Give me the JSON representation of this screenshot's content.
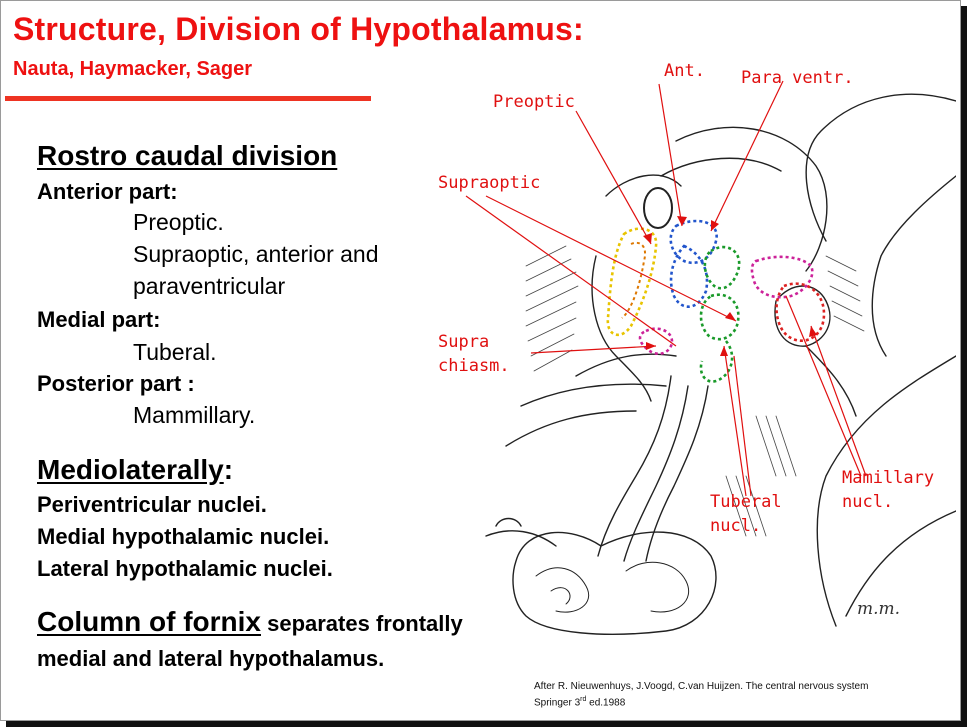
{
  "title": "Structure, Division of Hypothalamus:",
  "subtitle": "Nauta, Haymacker, Sager",
  "rostro": {
    "heading": "Rostro caudal division",
    "anterior_label": "Anterior part:",
    "anterior_items": [
      "Preoptic.",
      "Supraoptic, anterior and",
      "paraventricular"
    ],
    "medial_label": "Medial part:",
    "medial_items": [
      "Tuberal."
    ],
    "posterior_label": "Posterior part :",
    "posterior_items": [
      "Mammillary."
    ]
  },
  "mediolateral": {
    "heading": "Mediolaterally",
    "colon": ":",
    "items": [
      "Periventricular nuclei.",
      "Medial hypothalamic nuclei.",
      "Lateral hypothalamic nuclei."
    ]
  },
  "fornix": {
    "heading": "Column of fornix",
    "text_line1": " separates frontally",
    "text_line2": "medial and lateral hypothalamus."
  },
  "figure_labels": {
    "ant": "Ant.",
    "para": "Para ventr.",
    "preoptic": "Preoptic",
    "supraoptic": "Supraoptic",
    "supra_chiasm_1": "Supra",
    "supra_chiasm_2": "chiasm.",
    "tuberal_1": "Tuberal",
    "tuberal_2": "nucl.",
    "mamillary_1": "Mamillary",
    "mamillary_2": "nucl."
  },
  "signature": "m.m.",
  "credit": {
    "line1": "After R. Nieuwenhuys, J.Voogd, C.van Huijzen. The central nervous system",
    "line2_a": "Springer 3",
    "line2_sup": "rd",
    "line2_b": " ed.1988"
  },
  "colors": {
    "title_red": "#ee1111",
    "label_red": "#e01010",
    "preoptic_yellow": "#e8c400",
    "ant_blue": "#2255cc",
    "tuberal_green": "#1a9a2a",
    "mamillary_red": "#dd2222",
    "para_magenta": "#cc2299"
  }
}
